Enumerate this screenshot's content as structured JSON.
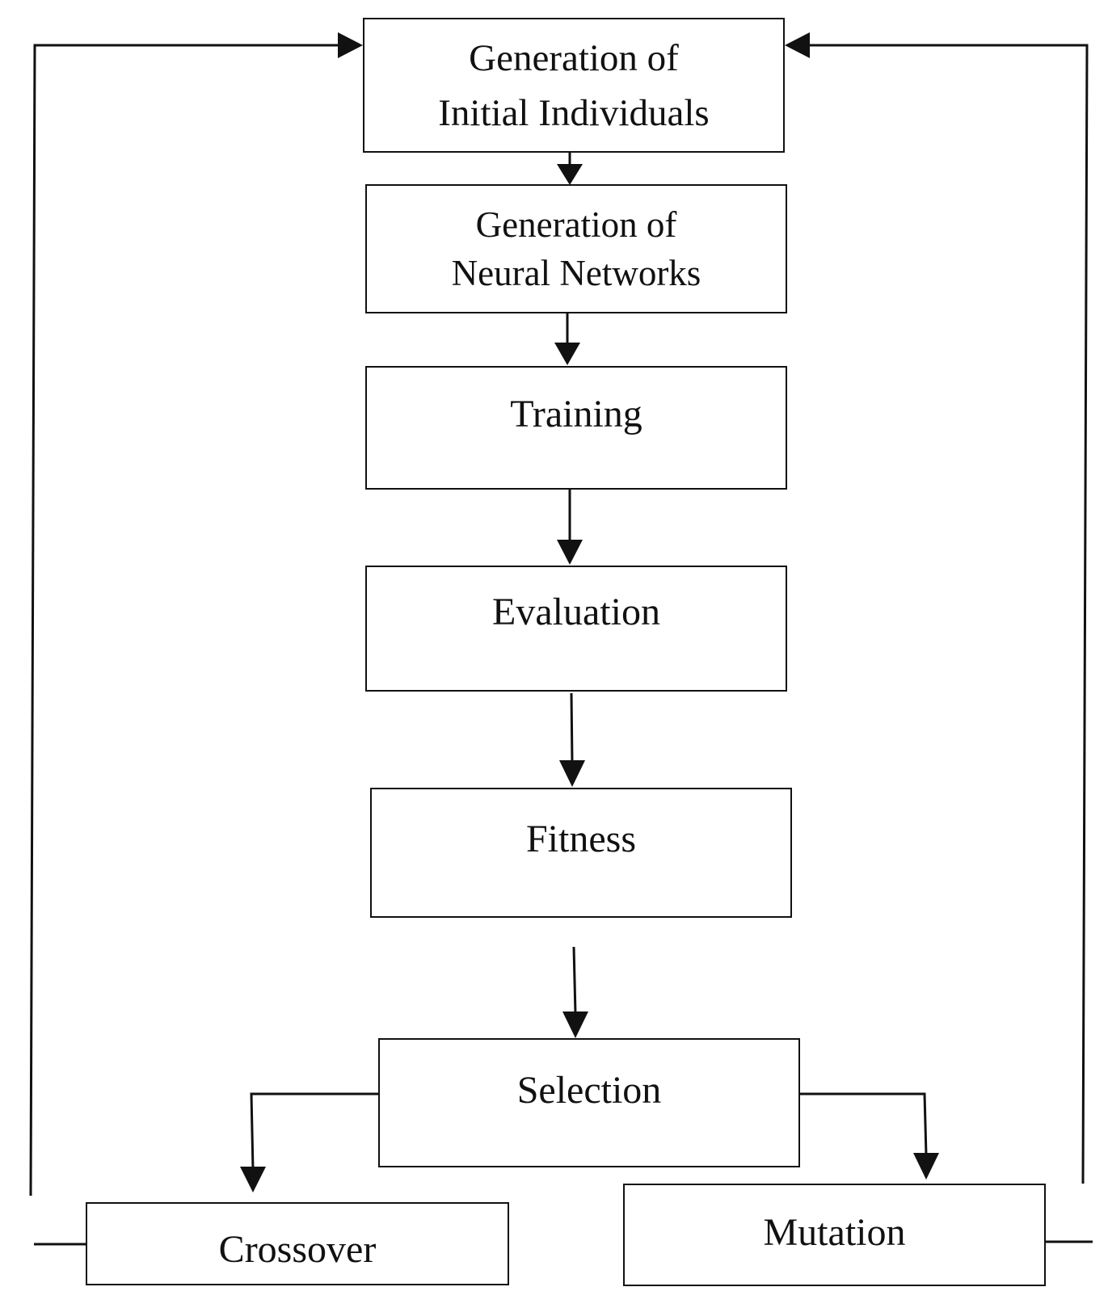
{
  "diagram": {
    "title": "",
    "line_color": "#111111",
    "nodes": {
      "initial": "Generation of\nInitial Individuals",
      "neural": "Generation of\nNeural Networks",
      "training": "Training",
      "evaluation": "Evaluation",
      "fitness": "Fitness",
      "selection": "Selection",
      "crossover": "Crossover",
      "mutation": "Mutation"
    },
    "edges": [
      {
        "from": "initial",
        "to": "neural"
      },
      {
        "from": "neural",
        "to": "training"
      },
      {
        "from": "training",
        "to": "evaluation"
      },
      {
        "from": "evaluation",
        "to": "fitness"
      },
      {
        "from": "fitness",
        "to": "selection"
      },
      {
        "from": "selection",
        "to": "crossover"
      },
      {
        "from": "selection",
        "to": "mutation"
      },
      {
        "from": "crossover",
        "to": "initial"
      },
      {
        "from": "mutation",
        "to": "initial"
      }
    ]
  }
}
